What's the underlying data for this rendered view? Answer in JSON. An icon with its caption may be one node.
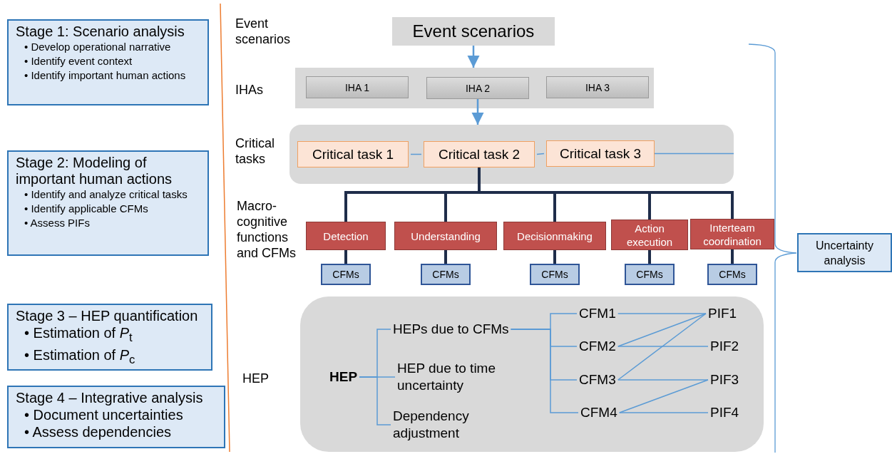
{
  "diagram": {
    "nodes": [
      {
        "text": [
          "Stage 1: Scenario analysis",
          "• Develop operational narrative",
          "• Identify event context",
          "• Identify important human actions"
        ]
      },
      {
        "text": [
          "Stage 2: Modeling of important human actions",
          "• Identify and analyze critical tasks",
          "• Identify applicable CFMs",
          "• Assess PIFs"
        ]
      },
      {
        "text": [
          "Stage 3 – HEP quantification",
          "• Estimation of *P*$_{t}$",
          "• Estimation of *P*$_{c}$"
        ]
      },
      {
        "text": [
          "Stage 4 – Integrative analysis",
          "• Document uncertainties",
          "• Assess dependencies"
        ]
      },
      {
        "text": [
          "Event scenarios"
        ]
      },
      {
        "text": [],
        "shape": "box"
      },
      {
        "text": [
          "IHA 1"
        ],
        "in": 5
      },
      {
        "text": [
          "IHA 2"
        ],
        "in": 5
      },
      {
        "text": [
          "IHA 3"
        ],
        "in": 5
      },
      {
        "text": [],
        "shape": "box"
      },
      {
        "text": [
          "Critical task 1"
        ],
        "in": 9
      },
      {
        "text": [
          "Critical task 2"
        ],
        "in": 9
      },
      {
        "text": [
          "Critical task 3"
        ],
        "in": 9
      },
      {
        "text": [
          "Detection"
        ]
      },
      {
        "text": [
          "Understanding"
        ]
      },
      {
        "text": [
          "Decisionmaking"
        ]
      },
      {
        "text": [
          "Action execution"
        ]
      },
      {
        "text": [
          "Interteam coordination"
        ]
      },
      {
        "text": [
          "CFMs"
        ]
      },
      {
        "text": [
          "CFMs"
        ]
      },
      {
        "text": [
          "CFMs"
        ]
      },
      {
        "text": [
          "CFMs"
        ]
      },
      {
        "text": [
          "CFMs"
        ]
      },
      {
        "text": [],
        "shape": "box"
      },
      {
        "text": [
          "HEP"
        ],
        "in": 23
      },
      {
        "text": [
          "HEPs due to CFMs"
        ],
        "in": 23
      },
      {
        "text": [
          "HEP due to time uncertainty"
        ],
        "in": 23
      },
      {
        "text": [
          "Dependency adjustment"
        ],
        "in": 23
      },
      {
        "text": [
          "CFM1"
        ],
        "in": 23
      },
      {
        "text": [
          "CFM2"
        ],
        "in": 23
      },
      {
        "text": [
          "CFM3"
        ],
        "in": 23
      },
      {
        "text": [
          "CFM4"
        ],
        "in": 23
      },
      {
        "text": [
          "PIF1"
        ],
        "in": 23
      },
      {
        "text": [
          "PIF2"
        ],
        "in": 23
      },
      {
        "text": [
          "PIF3"
        ],
        "in": 23
      },
      {
        "text": [
          "PIF4"
        ],
        "in": 23
      },
      {
        "text": [
          "Uncertainty analysis"
        ]
      }
    ],
    "edges": [
      {
        "from": 4,
        "to": 5,
        "arrow": "to"
      },
      {
        "from": 7,
        "to": 9,
        "arrow": "to"
      },
      {
        "from": 10,
        "to": 11,
        "arrow": "none"
      },
      {
        "from": 11,
        "to": 12,
        "arrow": "none"
      },
      {
        "from": 12,
        "to": null,
        "arrow": "none"
      },
      {
        "from": 11,
        "to": 13,
        "arrow": "none",
        "style": "thick",
        "color": "#1f2d4a"
      },
      {
        "from": 11,
        "to": 14,
        "arrow": "none",
        "style": "thick",
        "color": "#1f2d4a"
      },
      {
        "from": 11,
        "to": 15,
        "arrow": "none",
        "style": "thick",
        "color": "#1f2d4a"
      },
      {
        "from": 11,
        "to": 16,
        "arrow": "none",
        "style": "thick",
        "color": "#1f2d4a"
      },
      {
        "from": 11,
        "to": 17,
        "arrow": "none",
        "style": "thick",
        "color": "#1f2d4a"
      },
      {
        "from": 13,
        "to": 18,
        "arrow": "none",
        "style": "thick",
        "color": "#1f2d4a"
      },
      {
        "from": 14,
        "to": 19,
        "arrow": "none",
        "style": "thick",
        "color": "#1f2d4a"
      },
      {
        "from": 15,
        "to": 20,
        "arrow": "none",
        "style": "thick",
        "color": "#1f2d4a"
      },
      {
        "from": 16,
        "to": 21,
        "arrow": "none",
        "style": "thick",
        "color": "#1f2d4a"
      },
      {
        "from": 17,
        "to": 22,
        "arrow": "none",
        "style": "thick",
        "color": "#1f2d4a"
      },
      {
        "from": 24,
        "to": 25,
        "arrow": "none"
      },
      {
        "from": 24,
        "to": 26,
        "arrow": "none"
      },
      {
        "from": 24,
        "to": 27,
        "arrow": "none"
      },
      {
        "from": 25,
        "to": 28,
        "arrow": "none"
      },
      {
        "from": 25,
        "to": 29,
        "arrow": "none"
      },
      {
        "from": 25,
        "to": 30,
        "arrow": "none"
      },
      {
        "from": 25,
        "to": 31,
        "arrow": "none"
      },
      {
        "from": 28,
        "to": 32,
        "arrow": "none"
      },
      {
        "from": 29,
        "to": 32,
        "arrow": "none"
      },
      {
        "from": 29,
        "to": 33,
        "arrow": "none"
      },
      {
        "from": 30,
        "to": 32,
        "arrow": "none"
      },
      {
        "from": 30,
        "to": 34,
        "arrow": "none"
      },
      {
        "from": 31,
        "to": 34,
        "arrow": "none"
      },
      {
        "from": 31,
        "to": 35,
        "arrow": "none"
      }
    ],
    "labels": [
      "Event scenarios",
      "IHAs",
      "Critical tasks",
      "Macro-cognitive functions and CFMs",
      "HEP"
    ]
  }
}
